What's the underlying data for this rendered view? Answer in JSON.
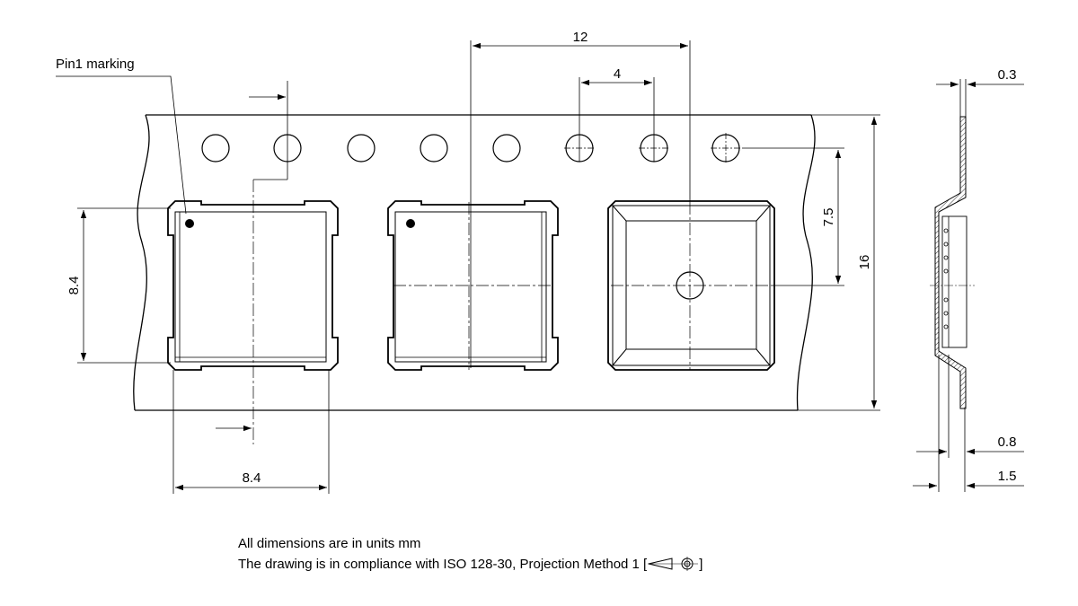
{
  "labels": {
    "pin1_marking": "Pin1 marking",
    "pitch_12": "12",
    "pitch_4": "4",
    "dim_7_5": "7.5",
    "dim_16": "16",
    "dim_8_4_height": "8.4",
    "dim_8_4_width": "8.4",
    "dim_0_3": "0.3",
    "dim_0_8": "0.8",
    "dim_1_5": "1.5"
  },
  "notes": {
    "units": "All dimensions are in units mm",
    "compliance": "The drawing is in compliance with ISO 128-30, Projection Method 1 [",
    "compliance_end": "]"
  },
  "icons": {
    "projection": "first-angle-projection-icon"
  }
}
